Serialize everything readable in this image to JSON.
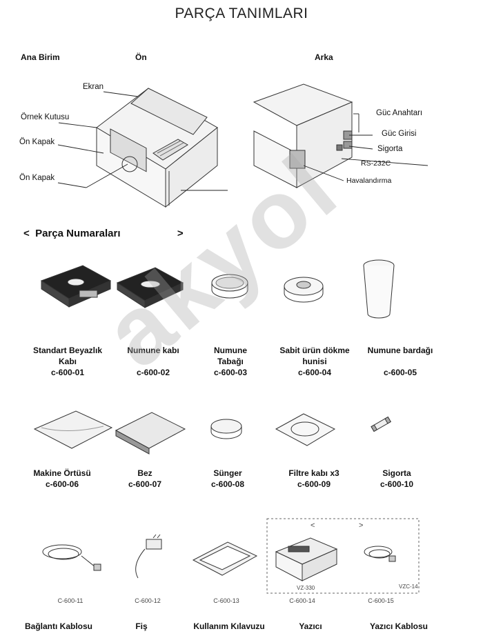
{
  "title": "PARÇA TANIMLARI",
  "headers": {
    "main": "Ana Birim",
    "front": "Ön",
    "back": "Arka"
  },
  "front_callouts": [
    "Ekran",
    "Örnek Kutusu",
    "Ön Kapak",
    "Ön Kapak"
  ],
  "back_callouts": [
    "Güc  Anahtarı",
    "Güc Girisi",
    "Sigorta",
    "RS-232C",
    "Havalandırma"
  ],
  "section": {
    "open": "<",
    "label": "Parça Numaraları",
    "close": ">"
  },
  "parts_row1": [
    {
      "name": "Standart Beyazlık Kabı",
      "code": "c-600-01"
    },
    {
      "name": "Numune kabı",
      "code": "c-600-02"
    },
    {
      "name": "Numune Tabağı",
      "code": "c-600-03"
    },
    {
      "name": "Sabit ürün dökme hunisi",
      "code": "c-600-04"
    },
    {
      "name": "Numune bardağı",
      "code": "c-600-05"
    }
  ],
  "parts_row2": [
    {
      "name": "Makine Örtüsü",
      "code": "c-600-06"
    },
    {
      "name": "Bez",
      "code": "c-600-07"
    },
    {
      "name": "Sünger",
      "code": "c-600-08"
    },
    {
      "name": "Filtre kabı x3",
      "code": "c-600-09"
    },
    {
      "name": "Sigorta",
      "code": "c-600-10"
    }
  ],
  "parts_row3": [
    {
      "code": "C-600-11",
      "name": "Bağlantı Kablosu"
    },
    {
      "code": "C-600-12",
      "name": "Fiş"
    },
    {
      "code": "C-600-13",
      "name": "Kullanım Kılavuzu"
    },
    {
      "code": "C-600-14",
      "name": "Yazıcı"
    },
    {
      "code": "C-600-15",
      "name": "Yazıcı Kablosu"
    }
  ],
  "printer_box": {
    "arrow_left": "<",
    "arrow_right": ">",
    "model_printer": "VZ-330",
    "model_cable": "VZC-14"
  },
  "watermark": "akyol"
}
